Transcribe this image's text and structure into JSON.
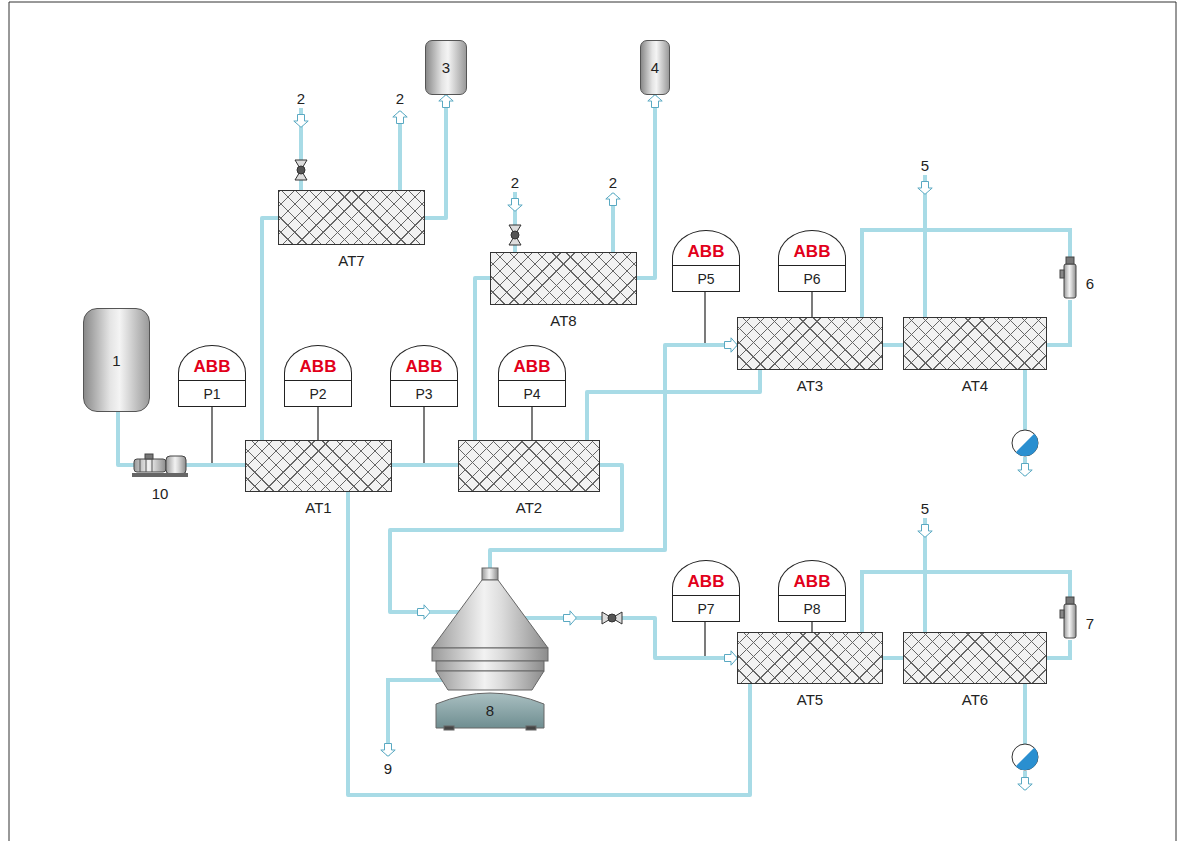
{
  "diagram": {
    "nodes": [
      {
        "text": [
          "3"
        ]
      },
      {
        "text": [
          "4"
        ]
      },
      {
        "text": [
          "AT7"
        ]
      },
      {
        "text": [
          "AT8"
        ]
      },
      {
        "text": [
          "ABB",
          "P5"
        ]
      },
      {
        "text": [
          "ABB",
          "P6"
        ]
      },
      {
        "text": [
          "AT3"
        ]
      },
      {
        "text": [
          "AT4"
        ]
      },
      {
        "text": [
          "1"
        ]
      },
      {
        "text": [
          "ABB",
          "P1"
        ]
      },
      {
        "text": [
          "ABB",
          "P2"
        ]
      },
      {
        "text": [
          "ABB",
          "P3"
        ]
      },
      {
        "text": [
          "ABB",
          "P4"
        ]
      },
      {
        "text": [
          "AT1"
        ]
      },
      {
        "text": [
          "AT2"
        ]
      },
      {
        "text": [
          "8"
        ]
      },
      {
        "text": [
          "ABB",
          "P7"
        ]
      },
      {
        "text": [
          "ABB",
          "P8"
        ]
      },
      {
        "text": [
          "AT5"
        ]
      },
      {
        "text": [
          "AT6"
        ]
      }
    ],
    "edges": [
      {
        "from": 8,
        "to": 13,
        "arrow": "none"
      },
      {
        "from": 13,
        "to": 14,
        "arrow": "none"
      },
      {
        "from": 13,
        "to": 2,
        "arrow": "none"
      },
      {
        "from": 2,
        "to": 0,
        "arrow": "to"
      },
      {
        "from": 14,
        "to": 3,
        "arrow": "none"
      },
      {
        "from": 3,
        "to": 1,
        "arrow": "to"
      },
      {
        "from": 14,
        "to": 15,
        "arrow": "to"
      },
      {
        "from": 15,
        "to": 6,
        "arrow": "to"
      },
      {
        "from": 14,
        "to": 6,
        "arrow": "none"
      },
      {
        "from": 6,
        "to": 7,
        "arrow": "none"
      },
      {
        "from": 15,
        "to": 18,
        "arrow": "to"
      },
      {
        "from": 18,
        "to": 13,
        "arrow": "none"
      },
      {
        "from": 18,
        "to": 19,
        "arrow": "none"
      },
      {
        "from": 10,
        "to": 13,
        "arrow": "none"
      },
      {
        "from": 12,
        "to": 14,
        "arrow": "none"
      },
      {
        "from": 5,
        "to": 6,
        "arrow": "none"
      },
      {
        "from": 17,
        "to": 18,
        "arrow": "none"
      }
    ],
    "labels": [
      "2",
      "2",
      "2",
      "2",
      "5",
      "5",
      "6",
      "7",
      "9",
      "10"
    ]
  }
}
